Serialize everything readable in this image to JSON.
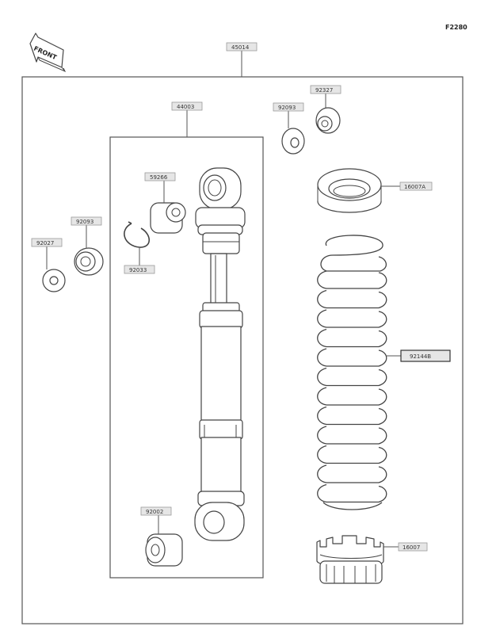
{
  "figure_code": "F2280",
  "front_arrow_text": "FRONT",
  "labels": {
    "assembly": "45014",
    "absorber": "44003",
    "bushing_top": "59266",
    "snap_ring": "92033",
    "bushing_bottom": "92002",
    "washer_left": "92027",
    "bearing_left": "92093",
    "washer_right": "92093",
    "bearing_right": "92327",
    "spring_seat_top": "16007A",
    "spring": "92144B",
    "spring_adjuster": "16007"
  }
}
